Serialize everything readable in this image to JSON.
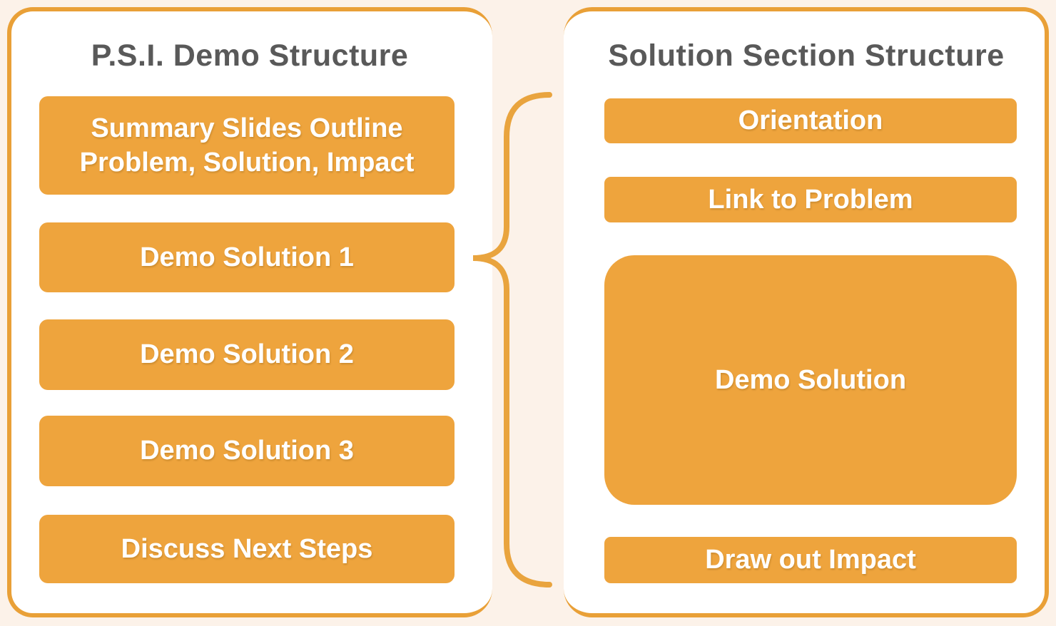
{
  "page": {
    "background_color": "#FCF2E9",
    "panel_background": "#FFFFFF",
    "panel_border_color": "#E9A037",
    "box_fill_color": "#EEA43D",
    "box_text_color": "#FFFFFF",
    "title_text_color": "#595959",
    "brace_color": "#E9A43E"
  },
  "left_panel": {
    "title": "P.S.I. Demo Structure",
    "boxes": [
      "Summary Slides Outline Problem, Solution, Impact",
      "Demo Solution 1",
      "Demo Solution 2",
      "Demo Solution 3",
      "Discuss Next Steps"
    ]
  },
  "right_panel": {
    "title": "Solution Section Structure",
    "boxes": [
      "Orientation",
      "Link to Problem",
      "Demo Solution",
      "Draw out Impact"
    ]
  },
  "connector": {
    "type": "curly-brace",
    "from": "Demo Solution 1",
    "expands_into": "Solution Section Structure"
  }
}
